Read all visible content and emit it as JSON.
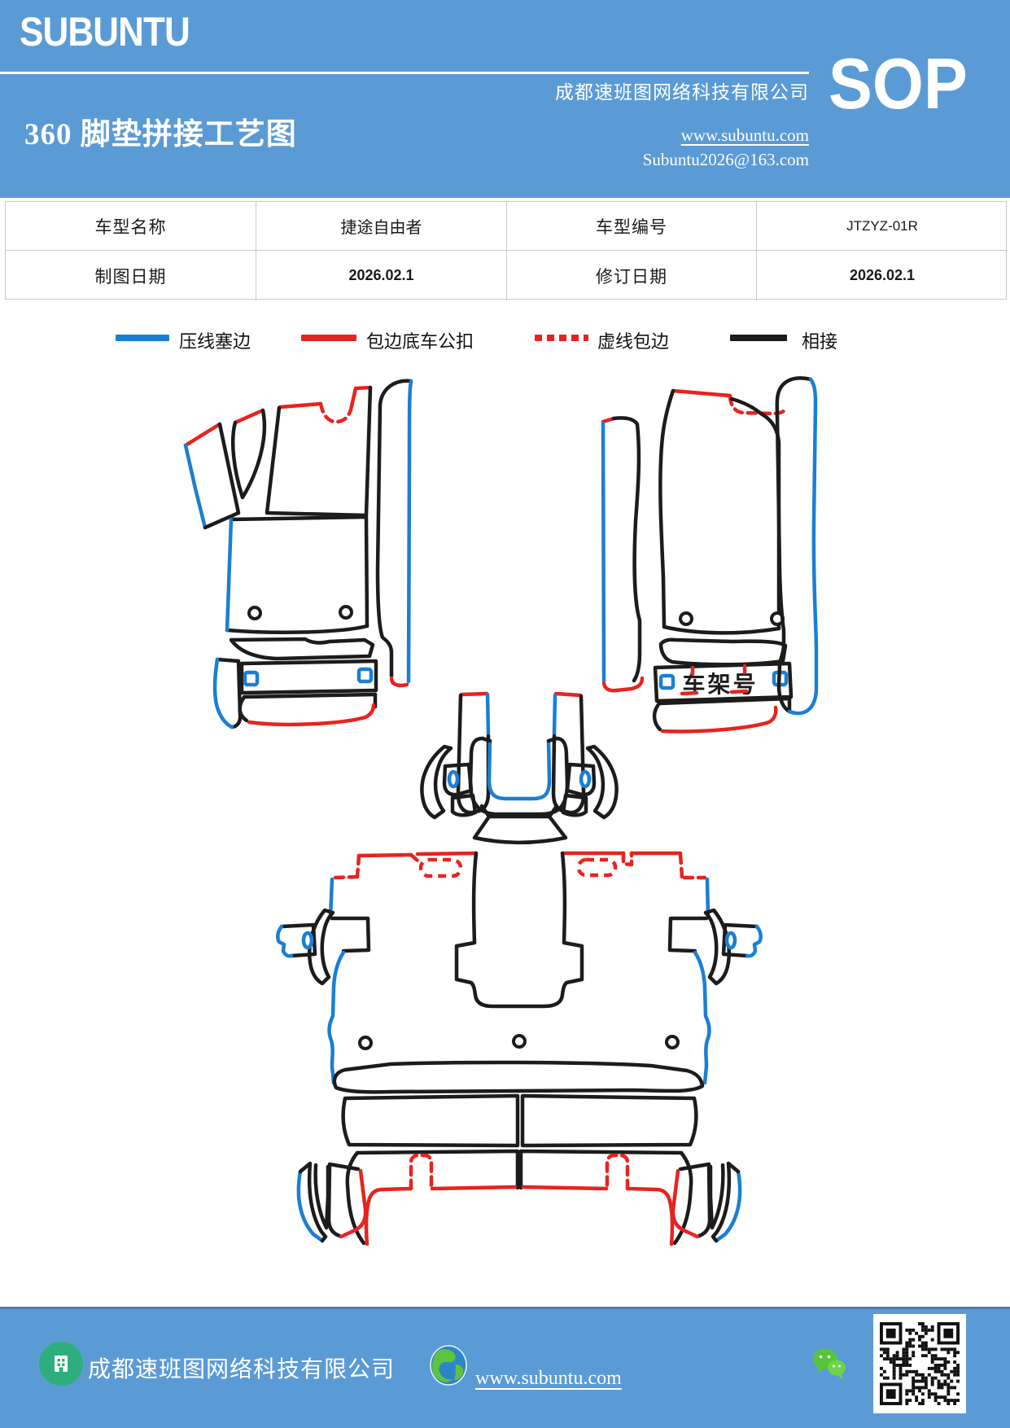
{
  "header": {
    "logo": "SUBUNTU",
    "title": "360 脚垫拼接工艺图",
    "company": "成都速班图网络科技有限公司",
    "website": "www.subuntu.com",
    "email": "Subuntu2026@163.com",
    "badge": "SOP",
    "bg_color": "#5b9bd5"
  },
  "info_table": {
    "r0c0": "车型名称",
    "r0c1": "捷途自由者",
    "r0c2": "车型编号",
    "r0c3": "JTZYZ-01R",
    "r1c0": "制图日期",
    "r1c1": "2026.02.1",
    "r1c2": "修订日期",
    "r1c3": "2026.02.1",
    "border_color": "#c9c9c9"
  },
  "legend": {
    "items": [
      {
        "label": "压线塞边",
        "style": "solid",
        "color": "#1a7fd4"
      },
      {
        "label": "包边底车公扣",
        "style": "solid",
        "color": "#e8231f"
      },
      {
        "label": "虚线包边",
        "style": "dashed",
        "color": "#e8231f"
      },
      {
        "label": "相接",
        "style": "solid",
        "color": "#1c1c1c"
      }
    ]
  },
  "diagram": {
    "vin_label": "车架号",
    "colors": {
      "outline": "#1c1c1c",
      "blue": "#1a7fd4",
      "red": "#e8231f"
    }
  },
  "footer": {
    "company": "成都速班图网络科技有限公司",
    "website": "www.subuntu.com",
    "bg_color": "#5b9bd5"
  }
}
